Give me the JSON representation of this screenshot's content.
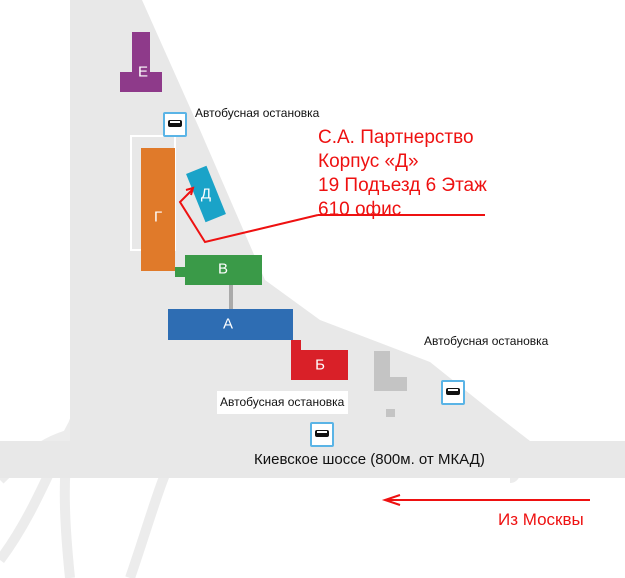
{
  "buildings": {
    "e": "Е",
    "g": "Г",
    "d": "Д",
    "v": "В",
    "a": "А",
    "b": "Б"
  },
  "bus_stop_label": "Автобусная остановка",
  "road_label": "Киевское шоссе (800м. от МКАД)",
  "direction_label": "Из Москвы",
  "office": {
    "line1": "С.А. Партнерство",
    "line2": "Корпус «Д»",
    "line3": "19 Подъезд 6 Этаж",
    "line4": "610 офис"
  },
  "colors": {
    "e": "#8e3a8a",
    "g": "#e07a2a",
    "d": "#1aa3c8",
    "v": "#3a9a48",
    "a": "#2e6db3",
    "b": "#d92028",
    "accent": "#ee1111"
  }
}
